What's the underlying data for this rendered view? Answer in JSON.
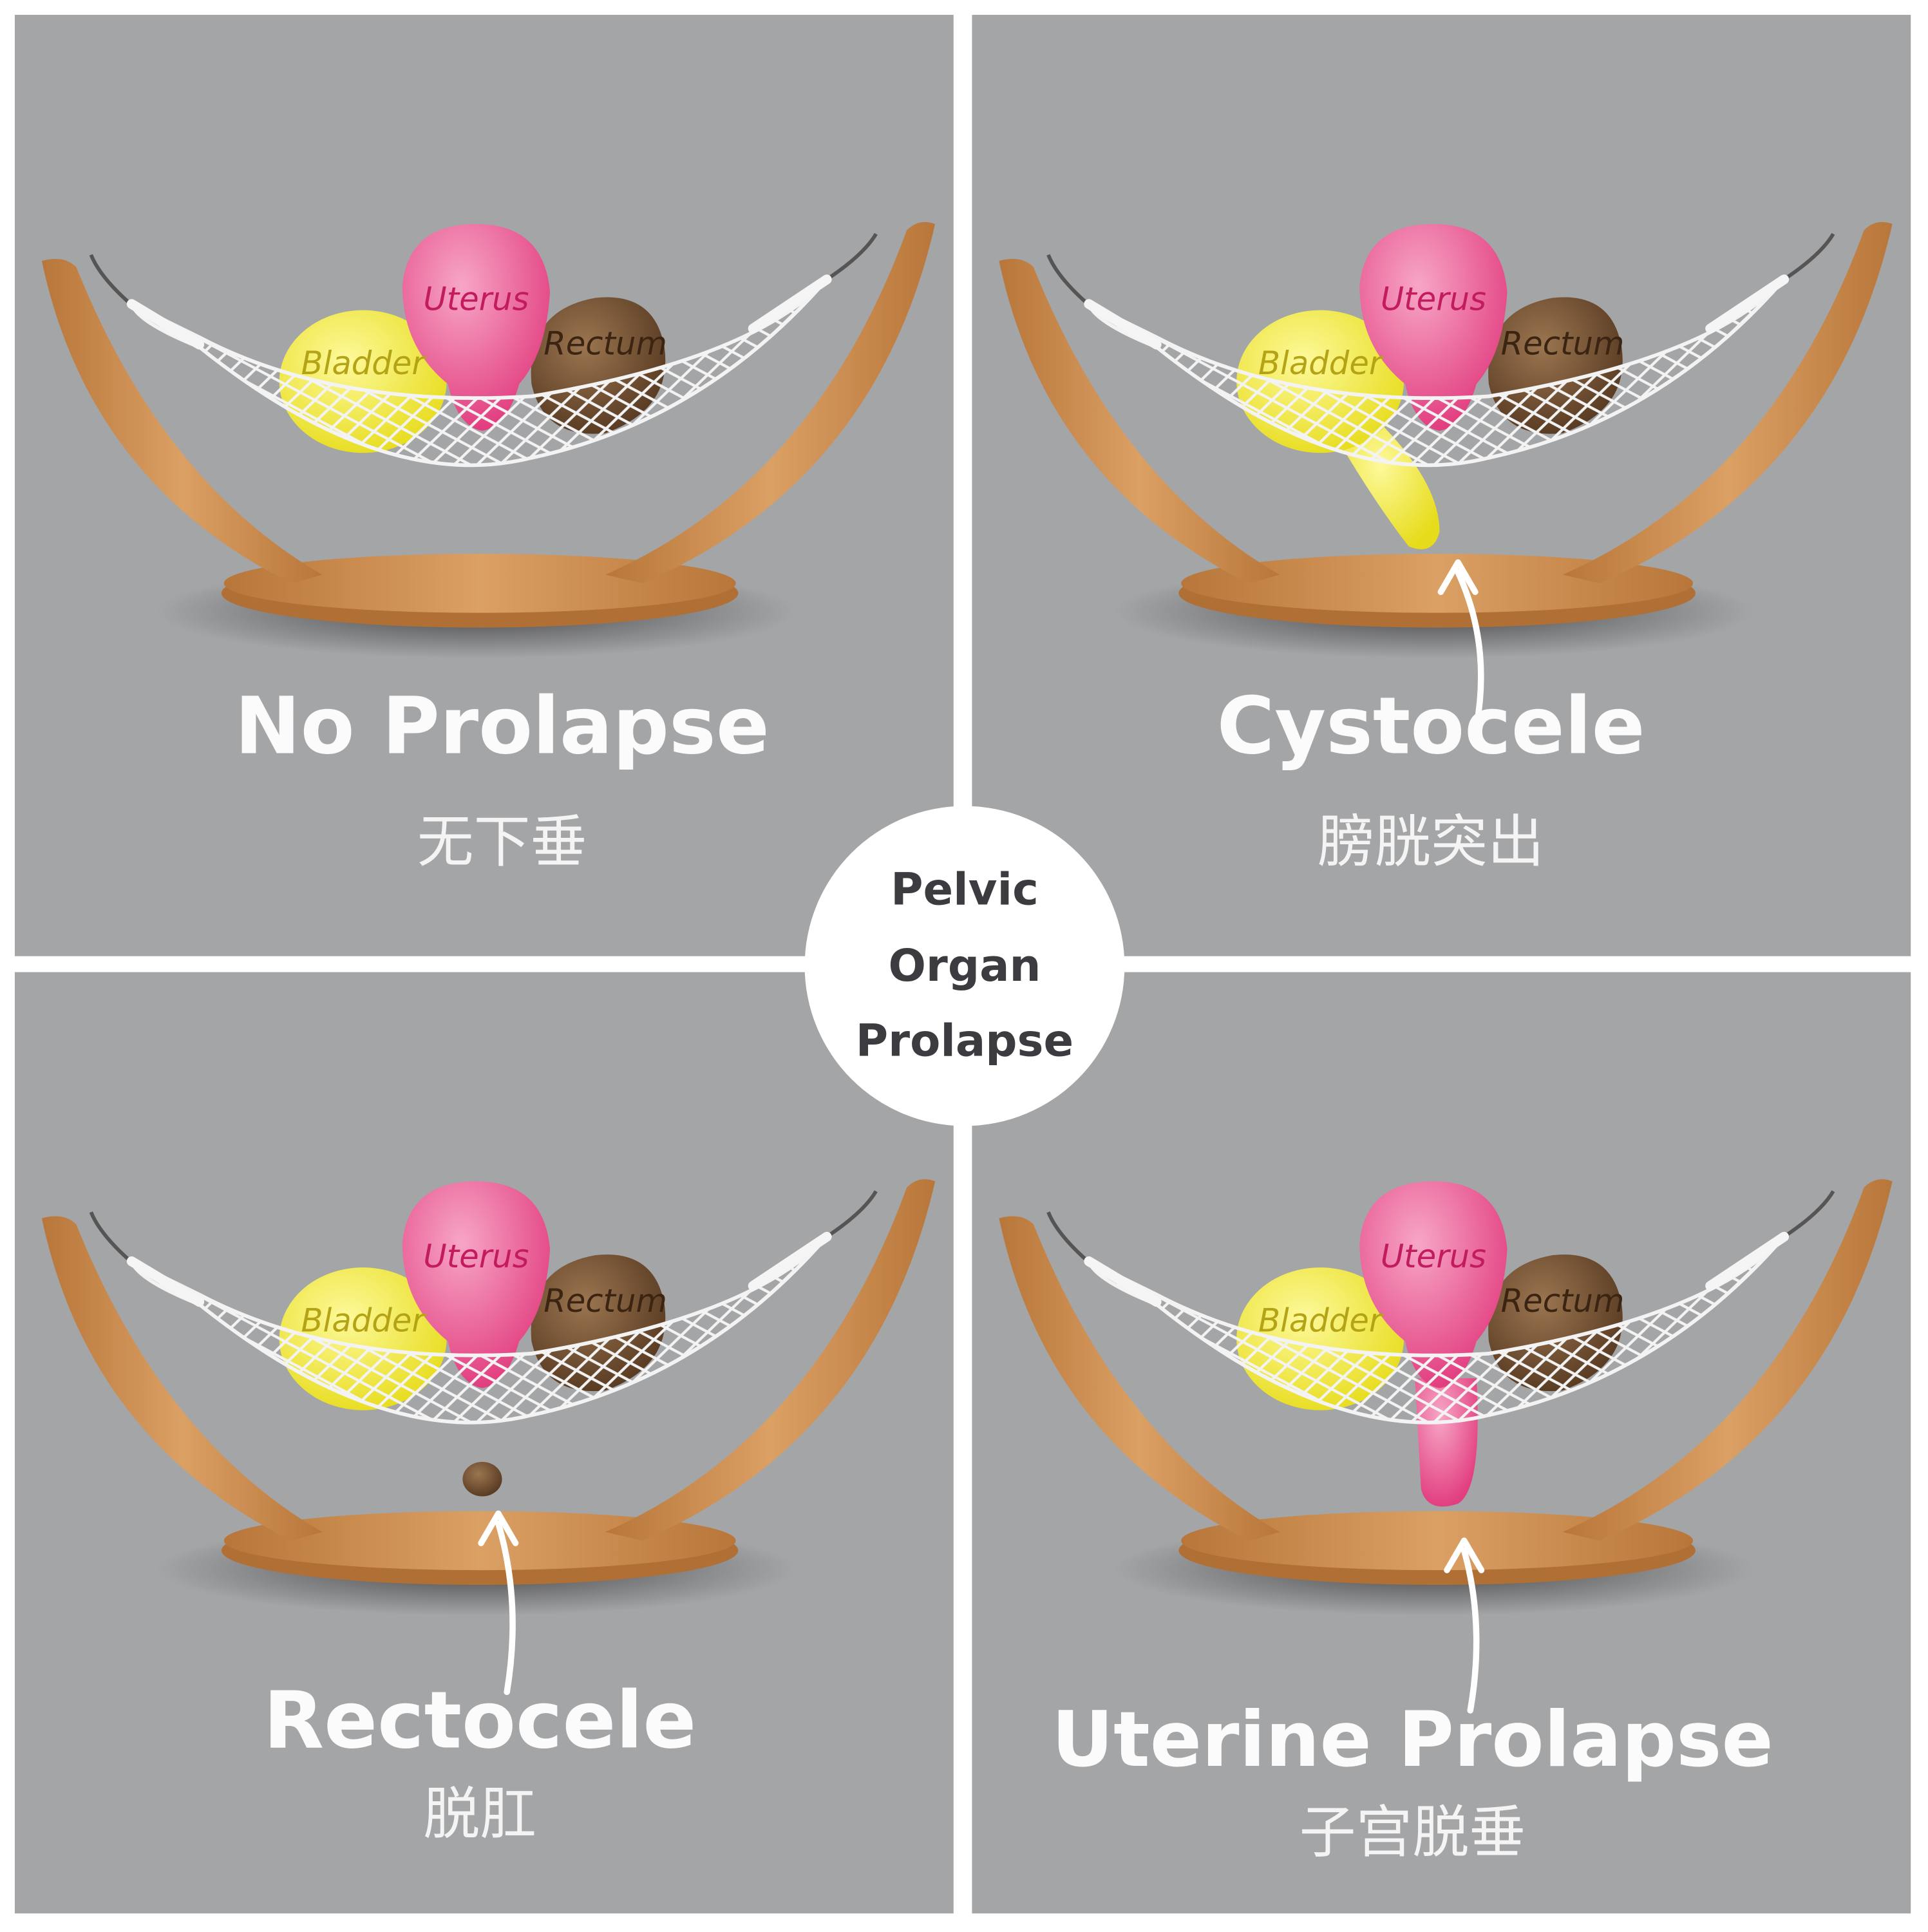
{
  "center_title": [
    "Pelvic",
    "Organ",
    "Prolapse"
  ],
  "organ_labels": {
    "bladder": "Bladder",
    "uterus": "Uterus",
    "rectum": "Rectum"
  },
  "colors": {
    "background": "#a4a5a7",
    "divider": "#ffffff",
    "bladder": "#f2ea3a",
    "uterus": "#ec5a92",
    "rectum": "#6b4a2e",
    "wood": "#c98a48"
  },
  "panels": [
    {
      "id": "no-prolapse",
      "title": "No Prolapse",
      "subtitle": "无下垂",
      "prolapsed_organ": "none"
    },
    {
      "id": "cystocele",
      "title": "Cystocele",
      "subtitle": "膀胱突出",
      "prolapsed_organ": "bladder"
    },
    {
      "id": "rectocele",
      "title": "Rectocele",
      "subtitle": "脱肛",
      "prolapsed_organ": "rectum"
    },
    {
      "id": "uterine-prolapse",
      "title": "Uterine Prolapse",
      "subtitle": "子宫脱垂",
      "prolapsed_organ": "uterus"
    }
  ]
}
